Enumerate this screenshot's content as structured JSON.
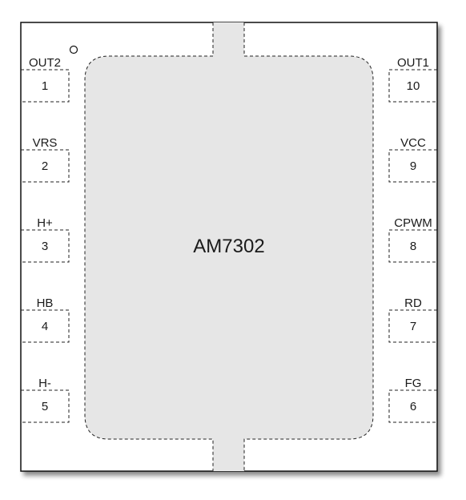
{
  "diagram": {
    "part_number": "AM7302",
    "pin1_marker": "circle",
    "colors": {
      "body_outline": "#111111",
      "exposed_pad_fill": "#e6e6e6",
      "pad_outline": "#222222",
      "text": "#1a1a1a"
    },
    "left_pins": [
      {
        "number": "1",
        "name": "OUT2"
      },
      {
        "number": "2",
        "name": "VRS"
      },
      {
        "number": "3",
        "name": "H+"
      },
      {
        "number": "4",
        "name": "HB"
      },
      {
        "number": "5",
        "name": "H-"
      }
    ],
    "right_pins": [
      {
        "number": "10",
        "name": "OUT1"
      },
      {
        "number": "9",
        "name": "VCC"
      },
      {
        "number": "8",
        "name": "CPWM"
      },
      {
        "number": "7",
        "name": "RD"
      },
      {
        "number": "6",
        "name": "FG"
      }
    ]
  }
}
